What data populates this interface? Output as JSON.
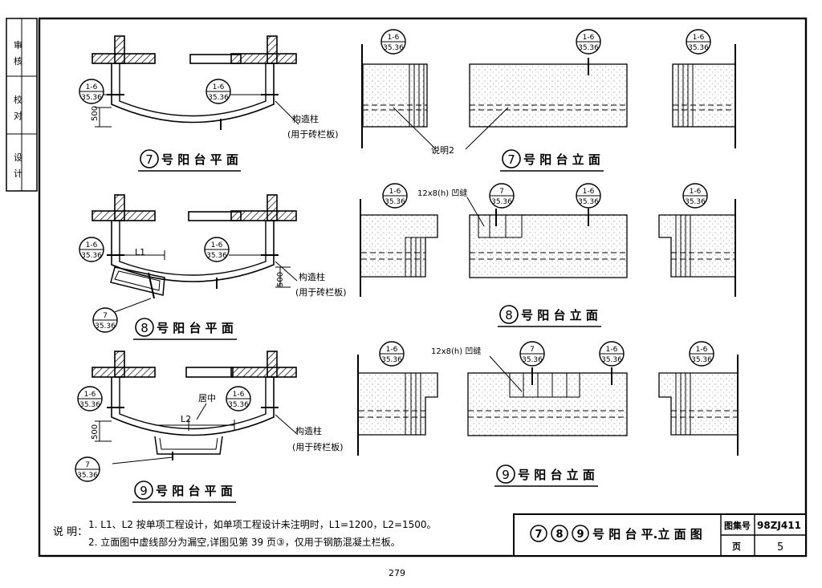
{
  "side_column": {
    "labels": [
      "审",
      "核",
      "校",
      "对",
      "设",
      "计"
    ]
  },
  "callouts": {
    "one_six": {
      "top": "1-6",
      "bottom": "35.36"
    },
    "seven": {
      "top": "7",
      "bottom": "35.36"
    }
  },
  "labels": {
    "gouzaozhu": "构造柱",
    "yongyu": "(用于砖栏板)",
    "dim_500": "500",
    "l1": "L1",
    "l2": "L2",
    "juzhong": "居中",
    "shuoming2": "说明2",
    "aofeng": "12x8(h) 凹缝"
  },
  "captions": {
    "c7_plan": {
      "num": "7",
      "text": "号 阳 台 平 面"
    },
    "c8_plan": {
      "num": "8",
      "text": "号 阳 台 平 面"
    },
    "c9_plan": {
      "num": "9",
      "text": "号 阳 台 平 面"
    },
    "c7_elev": {
      "num": "7",
      "text": "号 阳 台 立 面"
    },
    "c8_elev": {
      "num": "8",
      "text": "号 阳 台 立 面"
    },
    "c9_elev": {
      "num": "9",
      "text": "号 阳 台 立 面"
    }
  },
  "notes": {
    "heading": "说 明：",
    "line1": "1. L1、L2 按单项工程设计，如单项工程设计未注明时，L1=1200，L2=1500。",
    "line2": "2. 立面图中虚线部分为漏空,详图见第 39 页③，仅用于钢筋混凝土栏板。"
  },
  "title_block": {
    "circled": [
      "7",
      "8",
      "9"
    ],
    "title": "号 阳 台 平.立 面 图",
    "atlas_label": "图集号",
    "atlas_value": "98ZJ411",
    "page_label": "页",
    "page_value": "5"
  },
  "page_number": "279"
}
